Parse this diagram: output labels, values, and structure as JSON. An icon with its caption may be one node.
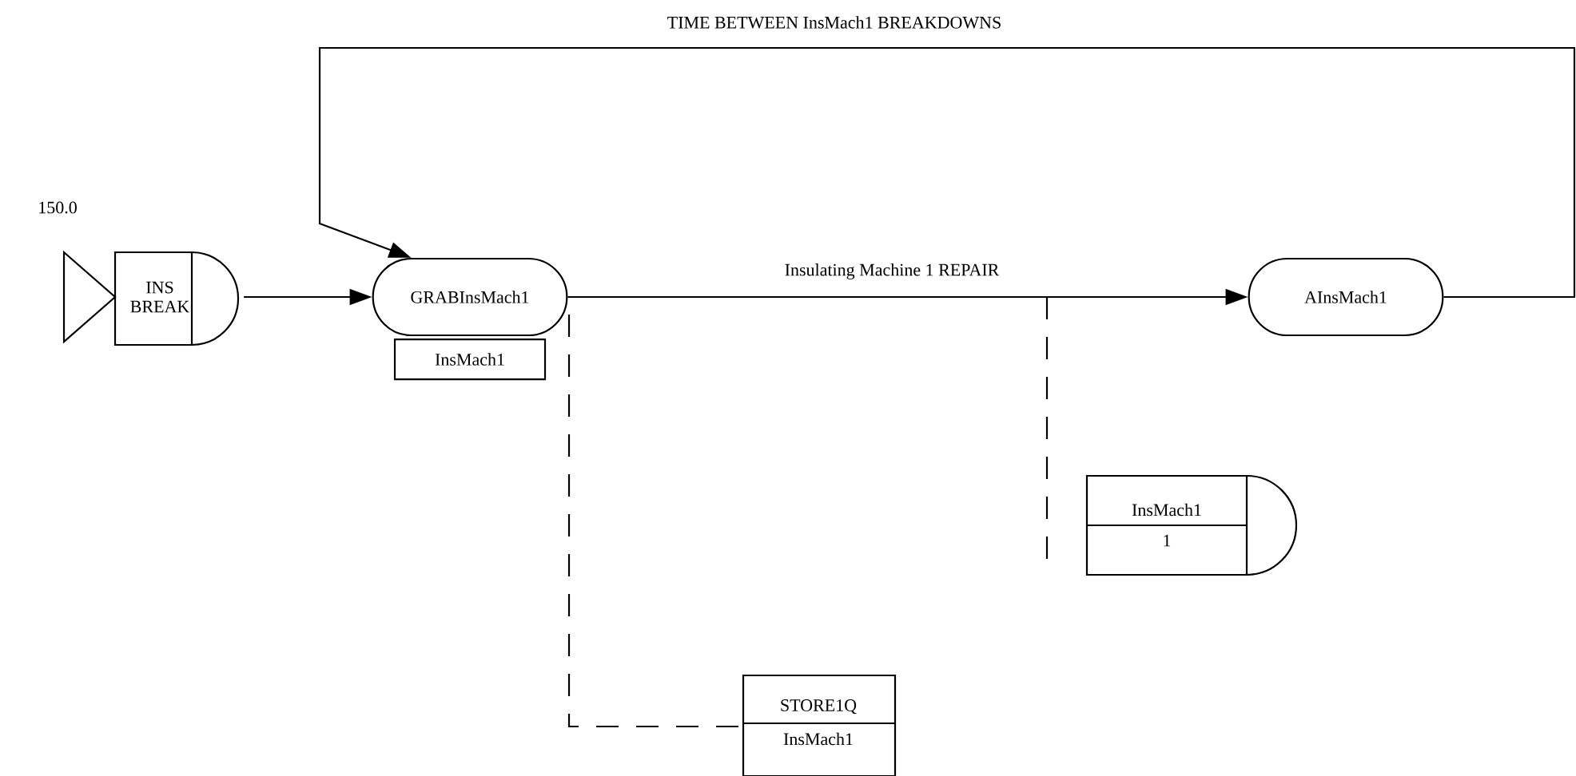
{
  "diagram": {
    "nodes": [
      {
        "text": [
          "INS BREAK"
        ],
        "beside": [
          "150.0"
        ]
      },
      {
        "text": [
          "GRABInsMach1"
        ]
      },
      {
        "text": [
          "InsMach1"
        ]
      },
      {
        "text": [
          "AInsMach1"
        ]
      },
      {
        "text": [
          "InsMach1",
          "1"
        ]
      },
      {
        "text": [
          "STORE1Q",
          "InsMach1"
        ]
      }
    ],
    "edges": [
      {
        "from": 0,
        "to": 1,
        "arrow": "to"
      },
      {
        "from": 1,
        "to": 3,
        "arrow": "to",
        "label": "Insulating Machine 1 REPAIR"
      },
      {
        "from": 3,
        "to": 1,
        "arrow": "to",
        "label": "TIME BETWEEN InsMach1 BREAKDOWNS"
      },
      {
        "from": 1,
        "to": 5,
        "arrow": "none",
        "style": "dashed"
      },
      {
        "from": null,
        "to": 4,
        "arrow": "none",
        "style": "dashed"
      }
    ]
  }
}
